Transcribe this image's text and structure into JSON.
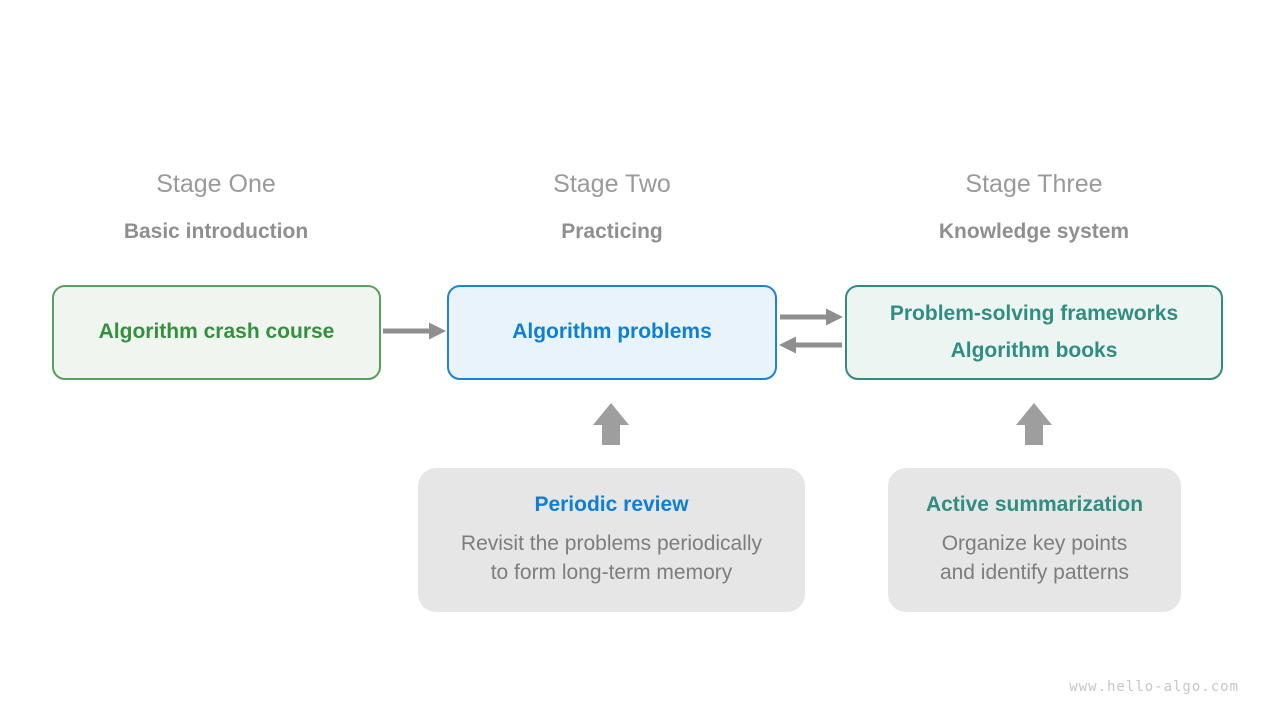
{
  "diagram": {
    "stages": [
      {
        "title": "Stage One",
        "subtitle": "Basic introduction",
        "box": {
          "lines": [
            "Algorithm crash course"
          ]
        }
      },
      {
        "title": "Stage Two",
        "subtitle": "Practicing",
        "box": {
          "lines": [
            "Algorithm problems"
          ]
        }
      },
      {
        "title": "Stage Three",
        "subtitle": "Knowledge system",
        "box": {
          "lines": [
            "Problem-solving frameworks",
            "Algorithm books"
          ]
        }
      }
    ],
    "callouts": [
      {
        "title": "Periodic review",
        "body_line1": "Revisit the problems periodically",
        "body_line2": "to form long-term memory",
        "points_to": "Algorithm problems"
      },
      {
        "title": "Active summarization",
        "body_line1": "Organize key points",
        "body_line2": "and identify patterns",
        "points_to": "Problem-solving frameworks / Algorithm books"
      }
    ],
    "connections": [
      {
        "from": "Algorithm crash course",
        "to": "Algorithm problems",
        "direction": "right"
      },
      {
        "from": "Algorithm problems",
        "to": "Problem-solving frameworks / Algorithm books",
        "direction": "right"
      },
      {
        "from": "Problem-solving frameworks / Algorithm books",
        "to": "Algorithm problems",
        "direction": "left"
      }
    ],
    "colors": {
      "green_text": "#33913e",
      "green_border": "#57a05d",
      "green_bg": "#f0f6ef",
      "blue_text": "#0e7fd2",
      "blue_border": "#1f82d3",
      "blue_bg": "#e9f3fb",
      "teal_text": "#2f8d81",
      "teal_border": "#36897e",
      "teal_bg": "#edf5f3",
      "arrow_gray": "#8f8f8f",
      "block_arrow_gray": "#9e9e9e",
      "callout_bg": "#e6e6e6",
      "heading_gray": "#9a9a9a",
      "body_gray": "#7d7d7d"
    }
  },
  "watermark": "www.hello-algo.com"
}
